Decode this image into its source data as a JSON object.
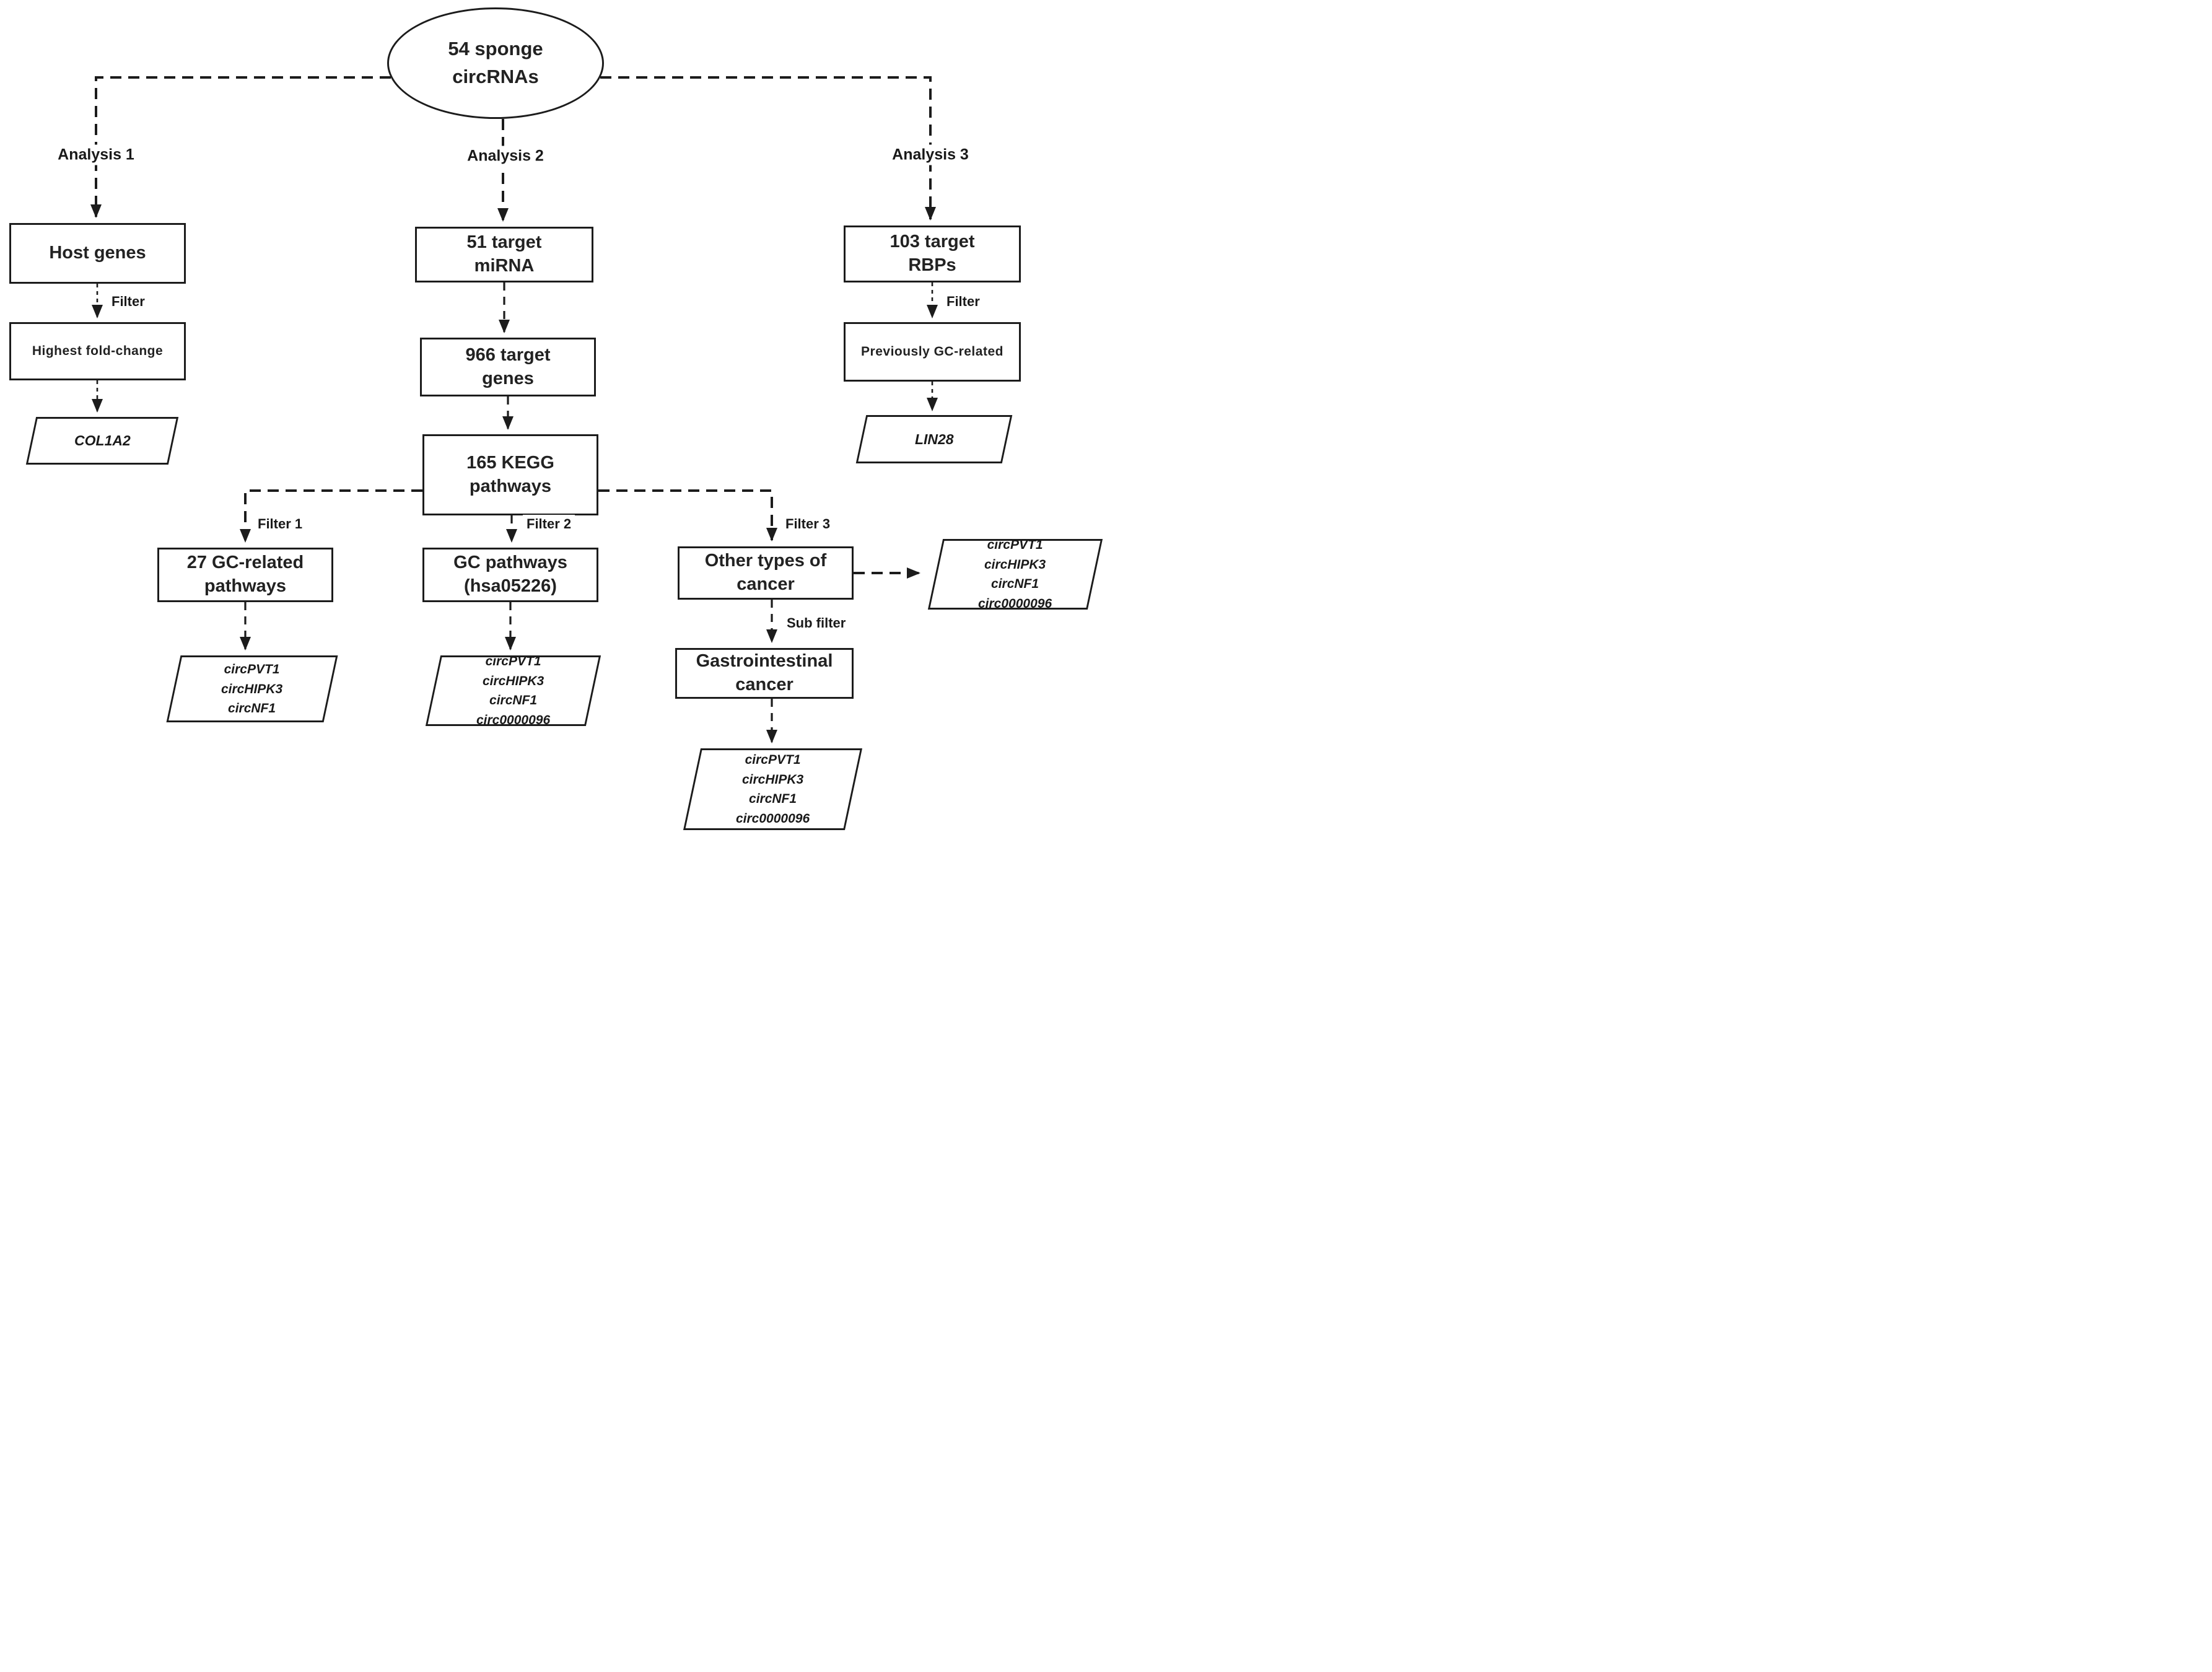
{
  "diagram": {
    "root": "54 sponge\ncircRNAs",
    "analysis1": {
      "label": "Analysis 1",
      "host_genes": "Host genes",
      "filter": "Filter",
      "highest_fold_change": "Highest fold-change",
      "result": "COL1A2"
    },
    "analysis2": {
      "label": "Analysis 2",
      "target_mirna": "51 target\nmiRNA",
      "target_genes": "966 target\ngenes",
      "kegg_pathways": "165 KEGG\npathways"
    },
    "analysis3": {
      "label": "Analysis 3",
      "target_rbps": "103 target\nRBPs",
      "filter": "Filter",
      "previously_gc_related": "Previously GC-related",
      "result": "LIN28"
    },
    "filter1": {
      "label": "Filter 1",
      "box": "27 GC-related\npathways",
      "result": "circPVT1\ncircHIPK3\ncircNF1"
    },
    "filter2": {
      "label": "Filter 2",
      "box": "GC pathways\n(hsa05226)",
      "result": "circPVT1\ncircHIPK3\ncircNF1\ncirc0000096"
    },
    "filter3": {
      "label": "Filter 3",
      "box": "Other types of\ncancer",
      "side_result": "circPVT1\ncircHIPK3\ncircNF1\ncirc0000096",
      "sub_filter": "Sub filter",
      "sub_box": "Gastrointestinal\ncancer",
      "result": "circPVT1\ncircHIPK3\ncircNF1\ncirc0000096"
    },
    "colors": {
      "line": "#1c1c1c",
      "background": "#ffffff"
    }
  }
}
